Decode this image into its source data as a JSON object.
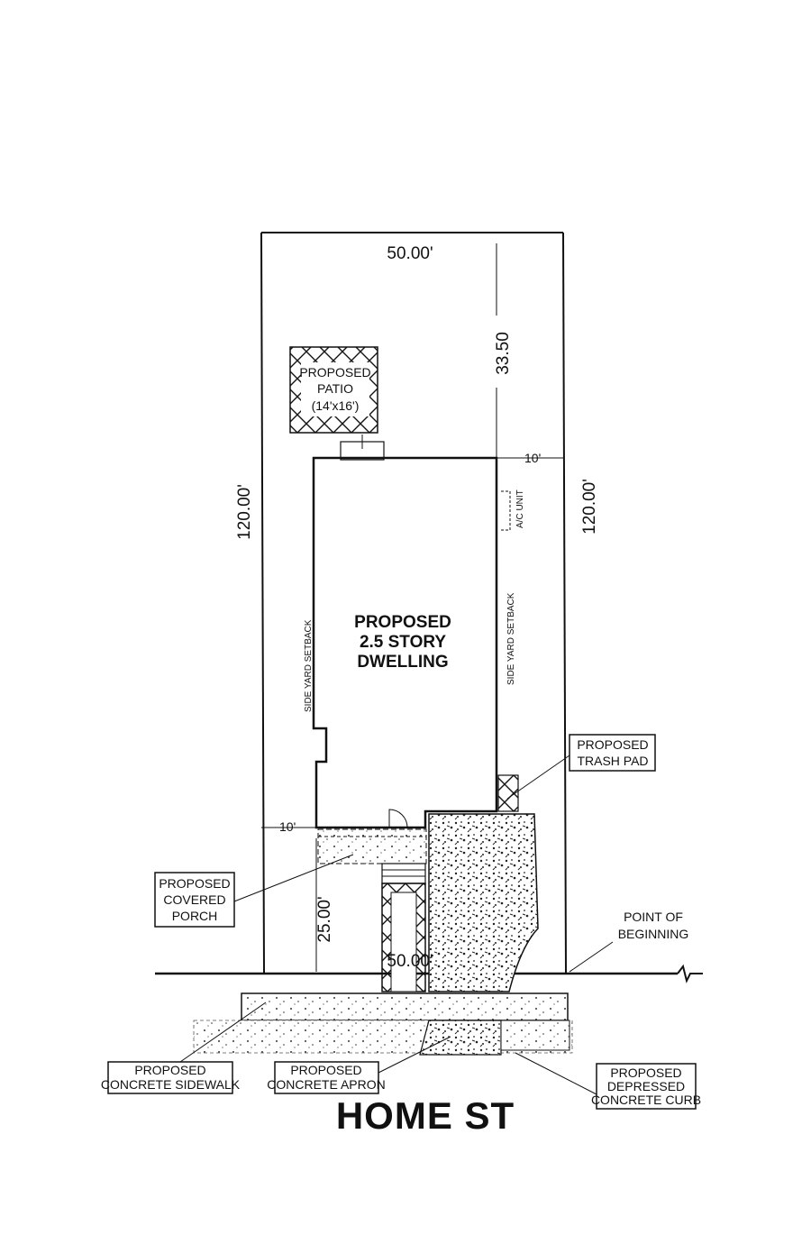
{
  "lot": {
    "top_dim": "50.00'",
    "left_dim": "120.00'",
    "right_dim": "120.00'",
    "bottom_dim": "50.00'",
    "rear_setback": "33.50",
    "front_setback": "25.00'",
    "side_left": "10'",
    "side_right": "10'"
  },
  "patio": {
    "line1": "PROPOSED",
    "line2": "PATIO",
    "line3": "(14'x16')"
  },
  "dwelling": {
    "line1": "PROPOSED",
    "line2": "2.5 STORY",
    "line3": "DWELLING"
  },
  "setbacks": {
    "left": "SIDE YARD SETBACK",
    "right": "SIDE YARD SETBACK"
  },
  "ac_unit": "A/C UNIT",
  "callouts": {
    "trash_pad": {
      "line1": "PROPOSED",
      "line2": "TRASH PAD"
    },
    "covered_porch": {
      "line1": "PROPOSED",
      "line2": "COVERED",
      "line3": "PORCH"
    },
    "point_of_beginning": {
      "line1": "POINT OF",
      "line2": "BEGINNING"
    },
    "sidewalk": {
      "line1": "PROPOSED",
      "line2": "CONCRETE SIDEWALK"
    },
    "apron": {
      "line1": "PROPOSED",
      "line2": "CONCRETE APRON"
    },
    "curb": {
      "line1": "PROPOSED",
      "line2": "DEPRESSED",
      "line3": "CONCRETE CURB"
    }
  },
  "street_name": "HOME ST"
}
